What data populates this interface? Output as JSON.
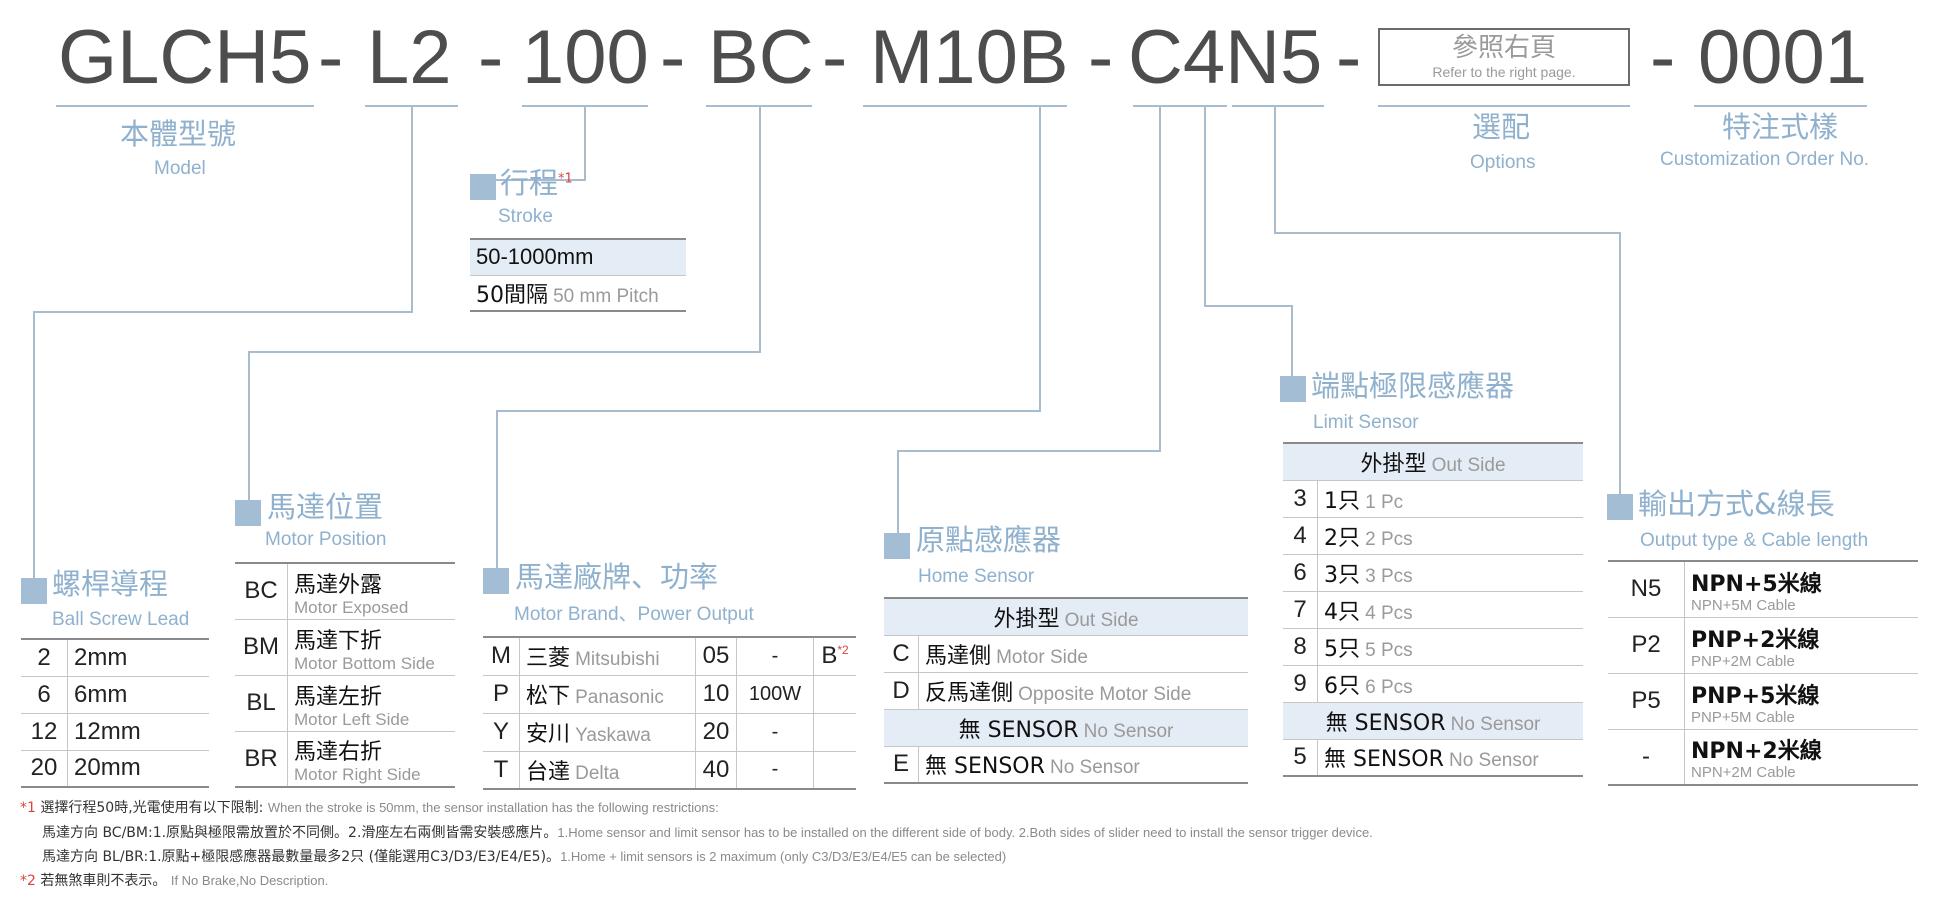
{
  "code": {
    "parts": [
      "GLCH5",
      "L2",
      "100",
      "BC",
      "M10B",
      "C4N5",
      "0001"
    ],
    "dash": "-",
    "ref_zh": "參照右頁",
    "ref_en": "Refer to the right page."
  },
  "captions": {
    "model_zh": "本體型號",
    "model_en": "Model",
    "options_zh": "選配",
    "options_en": "Options",
    "custom_zh": "特注式樣",
    "custom_en": "Customization Order No."
  },
  "stroke": {
    "title_zh": "行程",
    "mark": "*1",
    "title_en": "Stroke",
    "rows": [
      {
        "v": "50-1000mm",
        "e": ""
      },
      {
        "v": "50間隔",
        "e": "50 mm Pitch"
      }
    ]
  },
  "lead": {
    "title_zh": "螺桿導程",
    "title_en": "Ball Screw Lead",
    "rows": [
      {
        "k": "2",
        "v": "2mm"
      },
      {
        "k": "6",
        "v": "6mm"
      },
      {
        "k": "12",
        "v": "12mm"
      },
      {
        "k": "20",
        "v": "20mm"
      }
    ]
  },
  "position": {
    "title_zh": "馬達位置",
    "title_en": "Motor Position",
    "rows": [
      {
        "k": "BC",
        "v": "馬達外露",
        "e": "Motor Exposed"
      },
      {
        "k": "BM",
        "v": "馬達下折",
        "e": "Motor Bottom Side"
      },
      {
        "k": "BL",
        "v": "馬達左折",
        "e": "Motor Left Side"
      },
      {
        "k": "BR",
        "v": "馬達右折",
        "e": "Motor Right Side"
      }
    ]
  },
  "brand": {
    "title_zh": "馬達廠牌、功率",
    "title_en": "Motor Brand、Power Output",
    "brake_label": "B",
    "brake_mark": "*2",
    "rows": [
      {
        "k": "M",
        "v": "三菱",
        "e": "Mitsubishi",
        "p": "05",
        "w": "-"
      },
      {
        "k": "P",
        "v": "松下",
        "e": "Panasonic",
        "p": "10",
        "w": "100W"
      },
      {
        "k": "Y",
        "v": "安川",
        "e": "Yaskawa",
        "p": "20",
        "w": "-"
      },
      {
        "k": "T",
        "v": "台達",
        "e": "Delta",
        "p": "40",
        "w": "-"
      }
    ]
  },
  "home": {
    "title_zh": "原點感應器",
    "title_en": "Home Sensor",
    "header_zh": "外掛型",
    "header_en": "Out Side",
    "rows": [
      {
        "k": "C",
        "v": "馬達側",
        "e": "Motor Side"
      },
      {
        "k": "D",
        "v": "反馬達側",
        "e": "Opposite Motor Side"
      }
    ],
    "none_zh": "無 SENSOR",
    "none_en": "No Sensor",
    "e_row": {
      "k": "E",
      "v": "無 SENSOR",
      "e": "No Sensor"
    }
  },
  "limit": {
    "title_zh": "端點極限感應器",
    "title_en": "Limit Sensor",
    "header_zh": "外掛型",
    "header_en": "Out Side",
    "rows": [
      {
        "k": "3",
        "v": "1只",
        "e": "1 Pc"
      },
      {
        "k": "4",
        "v": "2只",
        "e": "2 Pcs"
      },
      {
        "k": "6",
        "v": "3只",
        "e": "3 Pcs"
      },
      {
        "k": "7",
        "v": "4只",
        "e": "4 Pcs"
      },
      {
        "k": "8",
        "v": "5只",
        "e": "5 Pcs"
      },
      {
        "k": "9",
        "v": "6只",
        "e": "6 Pcs"
      }
    ],
    "none_zh": "無 SENSOR",
    "none_en": "No Sensor",
    "five_row": {
      "k": "5",
      "v": "無 SENSOR",
      "e": "No Sensor"
    }
  },
  "output": {
    "title_zh": "輸出方式&線長",
    "title_en": "Output type & Cable length",
    "rows": [
      {
        "k": "N5",
        "v": "NPN+5米線",
        "e": "NPN+5M Cable"
      },
      {
        "k": "P2",
        "v": "PNP+2米線",
        "e": "PNP+2M Cable"
      },
      {
        "k": "P5",
        "v": "PNP+5米線",
        "e": "PNP+5M Cable"
      },
      {
        "k": "-",
        "v": "NPN+2米線",
        "e": "NPN+2M Cable"
      }
    ]
  },
  "notes": {
    "n1_mark": "*1",
    "n1_zh": "選擇行程50時,光電使用有以下限制:",
    "n1_en": "When the stroke is 50mm, the sensor installation has  the following restrictions:",
    "n1a_zh": "馬達方向 BC/BM:1.原點與極限需放置於不同側。2.滑座左右兩側皆需安裝感應片。",
    "n1a_en": "1.Home sensor and limit sensor has to be installed on the different side of body.  2.Both sides of slider need to install the sensor trigger device.",
    "n1b_zh": "馬達方向 BL/BR:1.原點+極限感應器最數量最多2只 (僅能選用C3/D3/E3/E4/E5)。",
    "n1b_en": "1.Home + limit sensors is 2 maximum (only C3/D3/E3/E4/E5 can be selected)",
    "n2_mark": "*2",
    "n2_zh": "若無煞車則不表示。",
    "n2_en": "If No Brake,No Description."
  }
}
